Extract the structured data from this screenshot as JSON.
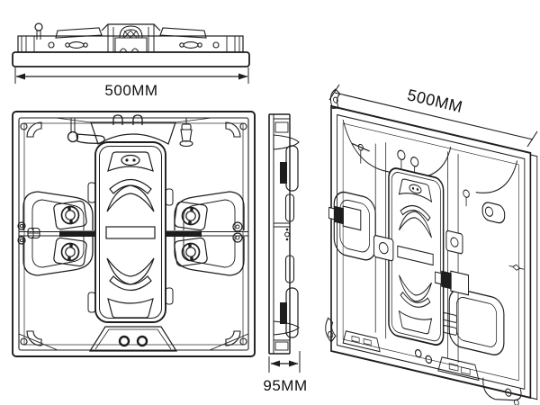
{
  "page": {
    "background": "#ffffff",
    "line_color": "#1d1d1d",
    "text_color": "#111111"
  },
  "views": {
    "top": {
      "dimension_label": "500MM"
    },
    "side": {
      "dimension_label": "95MM"
    },
    "perspective": {
      "dimension_label": "500MM"
    }
  }
}
